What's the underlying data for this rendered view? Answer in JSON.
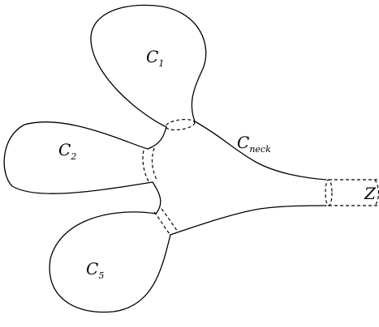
{
  "labels": {
    "c1": {
      "letter": "C",
      "sub": "1"
    },
    "c2": {
      "letter": "C",
      "sub": "2"
    },
    "c5": {
      "letter": "C",
      "sub": "5"
    },
    "neck": {
      "letter": "C",
      "sub": "neck"
    },
    "z": "Z"
  },
  "stroke_color": "#000000",
  "background_color": "#ffffff"
}
